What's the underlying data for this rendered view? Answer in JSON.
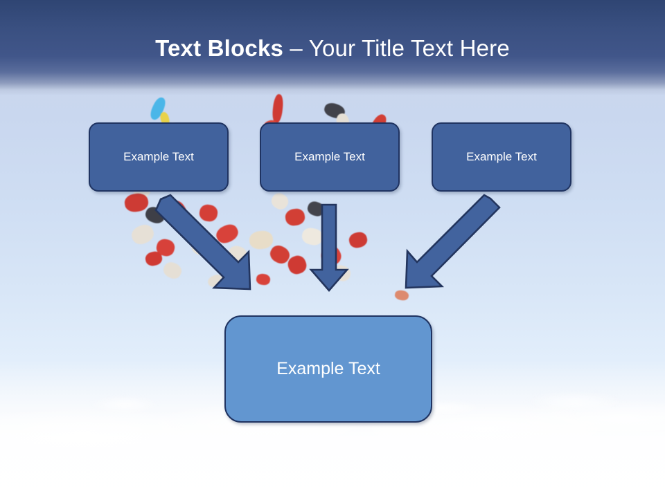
{
  "slide": {
    "title": {
      "bold_part": "Text Blocks",
      "separator": " – ",
      "regular_part": "Your Title Text Here",
      "color": "#ffffff",
      "band_color": "#3a5081"
    },
    "background": {
      "description": "sky-with-skydivers-photo",
      "sky_top_color": "#c9d4ea",
      "sky_bottom_color": "#f7f9fd",
      "cloud_color": "#ffffff"
    },
    "top_boxes": [
      {
        "label": "Example Text",
        "fill": "#41629d",
        "border": "#1f3361"
      },
      {
        "label": "Example Text",
        "fill": "#41629d",
        "border": "#1f3361"
      },
      {
        "label": "Example Text",
        "fill": "#41629d",
        "border": "#1f3361"
      }
    ],
    "bottom_box": {
      "label": "Example Text",
      "fill": "#6296d0",
      "border": "#1f3361"
    },
    "arrows": [
      {
        "name": "arrow-down-right",
        "direction": "down-right",
        "fill": "#42639e",
        "border": "#23355e"
      },
      {
        "name": "arrow-down",
        "direction": "down",
        "fill": "#42639e",
        "border": "#23355e"
      },
      {
        "name": "arrow-down-left",
        "direction": "down-left",
        "fill": "#42639e",
        "border": "#23355e"
      }
    ]
  }
}
